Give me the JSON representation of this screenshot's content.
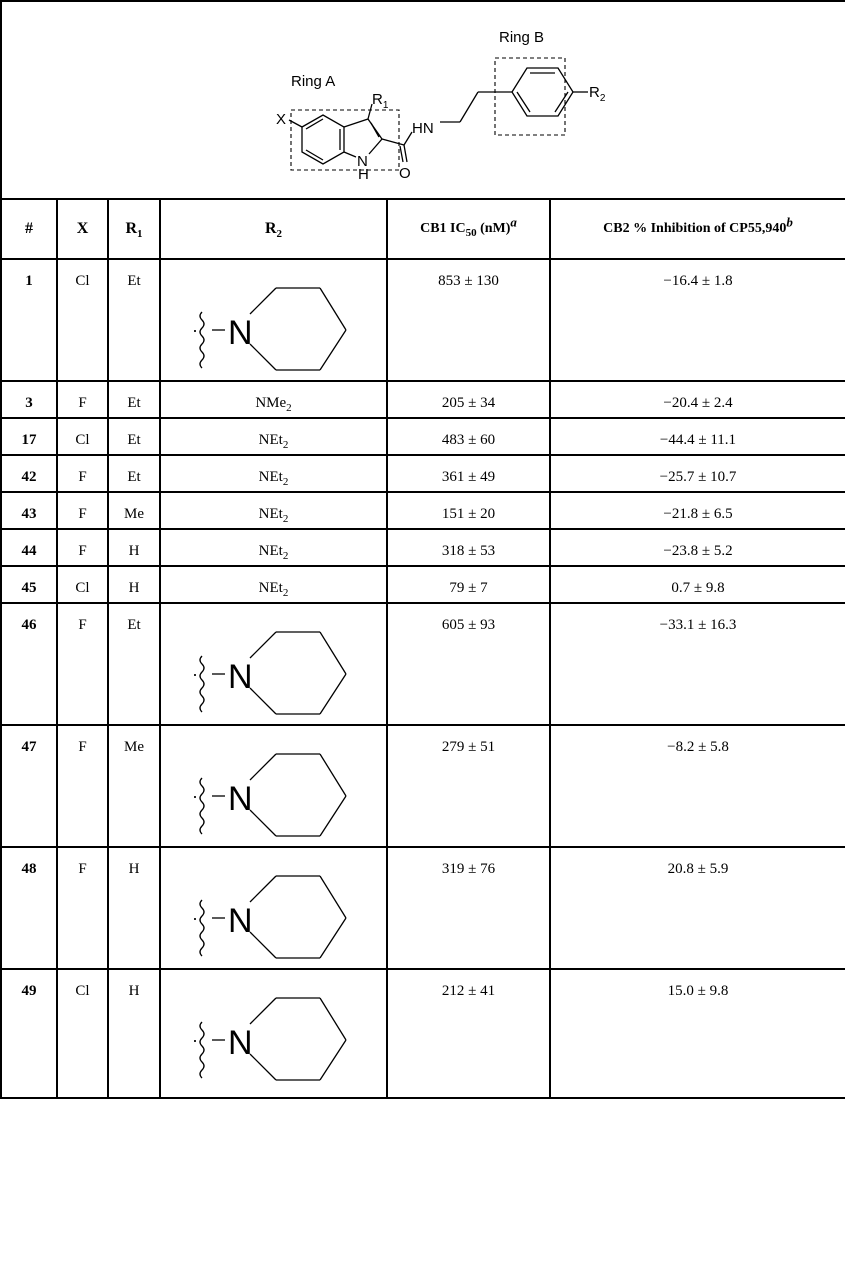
{
  "scaffold": {
    "ring_a_label": "Ring A",
    "ring_b_label": "Ring B",
    "x_label": "X",
    "r1_label": "R",
    "r1_sub": "1",
    "r2_label": "R",
    "r2_sub": "2",
    "hn_label": "HN",
    "nh_n": "N",
    "nh_h": "H",
    "o_label": "O"
  },
  "headers": {
    "num": "#",
    "x": "X",
    "r1": "R",
    "r1_sub": "1",
    "r2": "R",
    "r2_sub": "2",
    "cb1": "CB1 IC",
    "cb1_sub": "50",
    "cb1_unit": " (nM)",
    "cb1_sup": "a",
    "cb2": "CB2 % Inhibition of CP55,940",
    "cb2_sup": "b"
  },
  "piperidine_n": "N",
  "rows": [
    {
      "id": "1",
      "x": "Cl",
      "r1": "Et",
      "r2_type": "piperidine",
      "cb1": "853 ± 130",
      "cb2": "−16.4 ± 1.8"
    },
    {
      "id": "3",
      "x": "F",
      "r1": "Et",
      "r2_type": "text",
      "r2": "NMe",
      "r2_sub": "2",
      "cb1": "205 ± 34",
      "cb2": "−20.4 ± 2.4"
    },
    {
      "id": "17",
      "x": "Cl",
      "r1": "Et",
      "r2_type": "text",
      "r2": "NEt",
      "r2_sub": "2",
      "cb1": "483 ± 60",
      "cb2": "−44.4 ± 11.1"
    },
    {
      "id": "42",
      "x": "F",
      "r1": "Et",
      "r2_type": "text",
      "r2": "NEt",
      "r2_sub": "2",
      "cb1": "361 ± 49",
      "cb2": "−25.7 ± 10.7"
    },
    {
      "id": "43",
      "x": "F",
      "r1": "Me",
      "r2_type": "text",
      "r2": "NEt",
      "r2_sub": "2",
      "cb1": "151 ± 20",
      "cb2": "−21.8 ± 6.5"
    },
    {
      "id": "44",
      "x": "F",
      "r1": "H",
      "r2_type": "text",
      "r2": "NEt",
      "r2_sub": "2",
      "cb1": "318 ± 53",
      "cb2": "−23.8 ± 5.2"
    },
    {
      "id": "45",
      "x": "Cl",
      "r1": "H",
      "r2_type": "text",
      "r2": "NEt",
      "r2_sub": "2",
      "cb1": "79 ± 7",
      "cb2": "0.7 ± 9.8"
    },
    {
      "id": "46",
      "x": "F",
      "r1": "Et",
      "r2_type": "piperidine",
      "cb1": "605 ± 93",
      "cb2": "−33.1 ± 16.3"
    },
    {
      "id": "47",
      "x": "F",
      "r1": "Me",
      "r2_type": "piperidine",
      "cb1": "279 ± 51",
      "cb2": "−8.2 ± 5.8"
    },
    {
      "id": "48",
      "x": "F",
      "r1": "H",
      "r2_type": "piperidine",
      "cb1": "319 ± 76",
      "cb2": "20.8 ± 5.9"
    },
    {
      "id": "49",
      "x": "Cl",
      "r1": "H",
      "r2_type": "piperidine",
      "cb1": "212 ± 41",
      "cb2": "15.0 ± 9.8"
    }
  ]
}
